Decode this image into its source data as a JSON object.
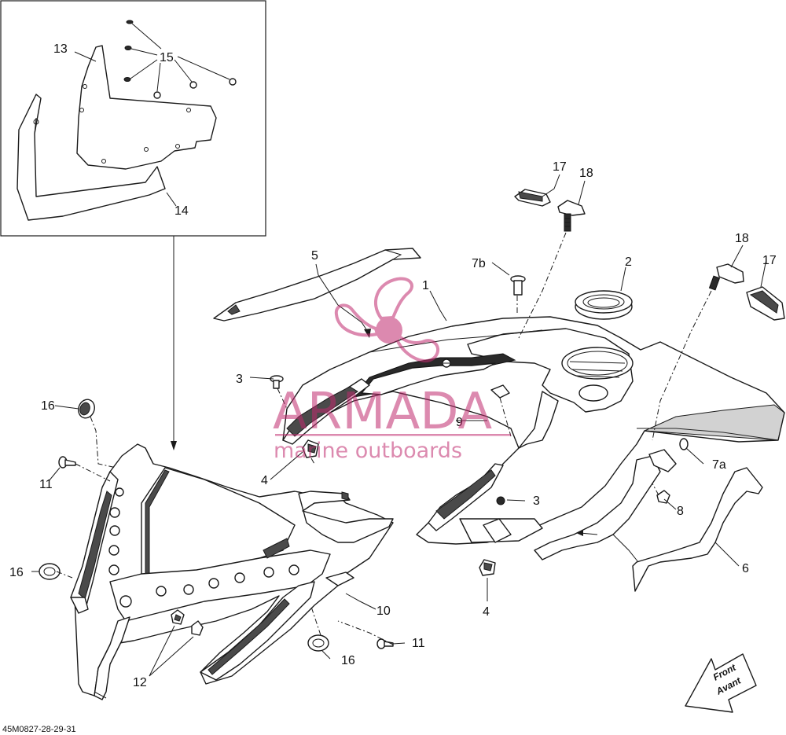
{
  "diagram": {
    "callouts": {
      "c1": "1",
      "c2": "2",
      "c3a": "3",
      "c3b": "3",
      "c4a": "4",
      "c4b": "4",
      "c5": "5",
      "c6": "6",
      "c7a": "7a",
      "c7b": "7b",
      "c8": "8",
      "c9": "9",
      "c10": "10",
      "c11a": "11",
      "c11b": "11",
      "c12": "12",
      "c13": "13",
      "c14": "14",
      "c15": "15",
      "c16a": "16",
      "c16b": "16",
      "c16c": "16",
      "c17a": "17",
      "c17b": "17",
      "c18a": "18",
      "c18b": "18"
    },
    "front_label": "Front",
    "avant_label": "Avant",
    "reference_code": "45M0827-28-29-31"
  },
  "watermark": {
    "brand": "ARMADA",
    "tagline": "marine outboards",
    "color": "#c02a6e"
  }
}
